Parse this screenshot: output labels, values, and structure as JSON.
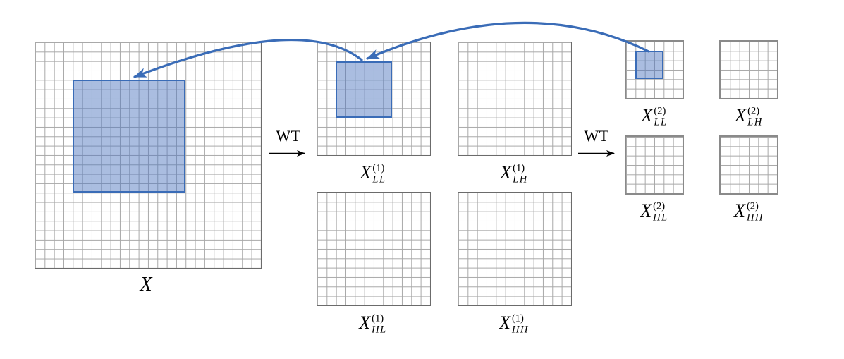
{
  "panels": {
    "x": {
      "base": "X",
      "sup": "",
      "sub": ""
    },
    "ll1": {
      "base": "X",
      "sup": "(1)",
      "sub": "LL"
    },
    "lh1": {
      "base": "X",
      "sup": "(1)",
      "sub": "LH"
    },
    "hl1": {
      "base": "X",
      "sup": "(1)",
      "sub": "HL"
    },
    "hh1": {
      "base": "X",
      "sup": "(1)",
      "sub": "HH"
    },
    "ll2": {
      "base": "X",
      "sup": "(2)",
      "sub": "LL"
    },
    "lh2": {
      "base": "X",
      "sup": "(2)",
      "sub": "LH"
    },
    "hl2": {
      "base": "X",
      "sup": "(2)",
      "sub": "HL"
    },
    "hh2": {
      "base": "X",
      "sup": "(2)",
      "sub": "HH"
    }
  },
  "transforms": {
    "wt1": "WT",
    "wt2": "WT"
  },
  "grids": {
    "x": {
      "cells": 24,
      "highlight": {
        "col": 4,
        "row": 4,
        "size": 12
      }
    },
    "ll1": {
      "cells": 12,
      "highlight": {
        "col": 2,
        "row": 2,
        "size": 6
      }
    },
    "lh1": {
      "cells": 12,
      "highlight": null
    },
    "hl1": {
      "cells": 12,
      "highlight": null
    },
    "hh1": {
      "cells": 12,
      "highlight": null
    },
    "ll2": {
      "cells": 6,
      "highlight": {
        "col": 1,
        "row": 1,
        "size": 3
      }
    },
    "lh2": {
      "cells": 6,
      "highlight": null
    },
    "hl2": {
      "cells": 6,
      "highlight": null
    },
    "hh2": {
      "cells": 6,
      "highlight": null
    }
  },
  "colors": {
    "highlight_fill": "rgba(77,118,190,0.48)",
    "highlight_border": "#3a6cb7",
    "arrow_blue": "#3a6cb7",
    "wt_arrow_black": "#000000",
    "grid_line": "#a8a8a8",
    "grid_border_large": "#6b6b6b",
    "grid_border_small": "#8a8a8a",
    "label_text": "#000000",
    "background": "#ffffff"
  }
}
